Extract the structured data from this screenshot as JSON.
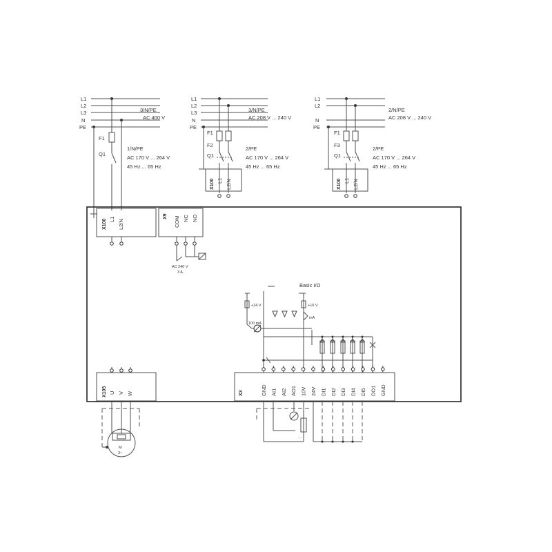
{
  "supply_left": {
    "lines": [
      "L1",
      "L2",
      "L3",
      "N",
      "PE"
    ],
    "network": "3/N/PE",
    "voltage": "AC 400 V",
    "fuse": "F1",
    "switch": "Q1",
    "aux_network": "1/N/PE",
    "aux_voltage": "AC 170 V ... 264 V",
    "aux_frequency": "45 Hz ... 65 Hz"
  },
  "supply_middle": {
    "lines": [
      "L1",
      "L2",
      "L3",
      "N",
      "PE"
    ],
    "network": "3/N/PE",
    "voltage": "AC 208 V ... 240 V",
    "fuse1": "F1",
    "fuse2": "F2",
    "switch": "Q1",
    "aux_network": "2/PE",
    "aux_voltage": "AC 170 V ... 264 V",
    "aux_frequency": "45 Hz ... 65 Hz",
    "terminal": "X100",
    "pins": [
      "L1",
      "L2/N"
    ]
  },
  "supply_right": {
    "lines": [
      "L1",
      "L2",
      "N",
      "PE"
    ],
    "network": "2/N/PE",
    "voltage": "AC 208 V ... 240 V",
    "fuse1": "F1",
    "fuse2": "F3",
    "switch": "Q1",
    "aux_network": "2/PE",
    "aux_voltage": "AC 170 V ... 264 V",
    "aux_frequency": "45 Hz ... 65 Hz",
    "terminal": "X100",
    "pins": [
      "L1",
      "L2/N"
    ]
  },
  "x100": {
    "label": "X100",
    "pins": [
      "L1",
      "L2/N"
    ]
  },
  "x9": {
    "label": "X9",
    "pins": [
      "COM",
      "NC",
      "NO"
    ],
    "rating_voltage": "AC 240 V",
    "rating_current": "3 A"
  },
  "basic_io": {
    "title": "Basic I/O",
    "v24": "+24 V",
    "v10": "+10 V",
    "mA": "100 mA"
  },
  "x105": {
    "label": "X105",
    "pins": [
      "U",
      "V",
      "W"
    ],
    "motor": "M",
    "motor_phase": "3~"
  },
  "x3": {
    "label": "X3",
    "pins": [
      "GND",
      "AI1",
      "AI2",
      "AO1",
      "10V",
      "24V",
      "DI1",
      "DI2",
      "DI3",
      "DI4",
      "DI5",
      "DO1",
      "GND"
    ]
  },
  "colors": {
    "line": "#4d4d4d",
    "text": "#333333",
    "background": "#ffffff"
  }
}
